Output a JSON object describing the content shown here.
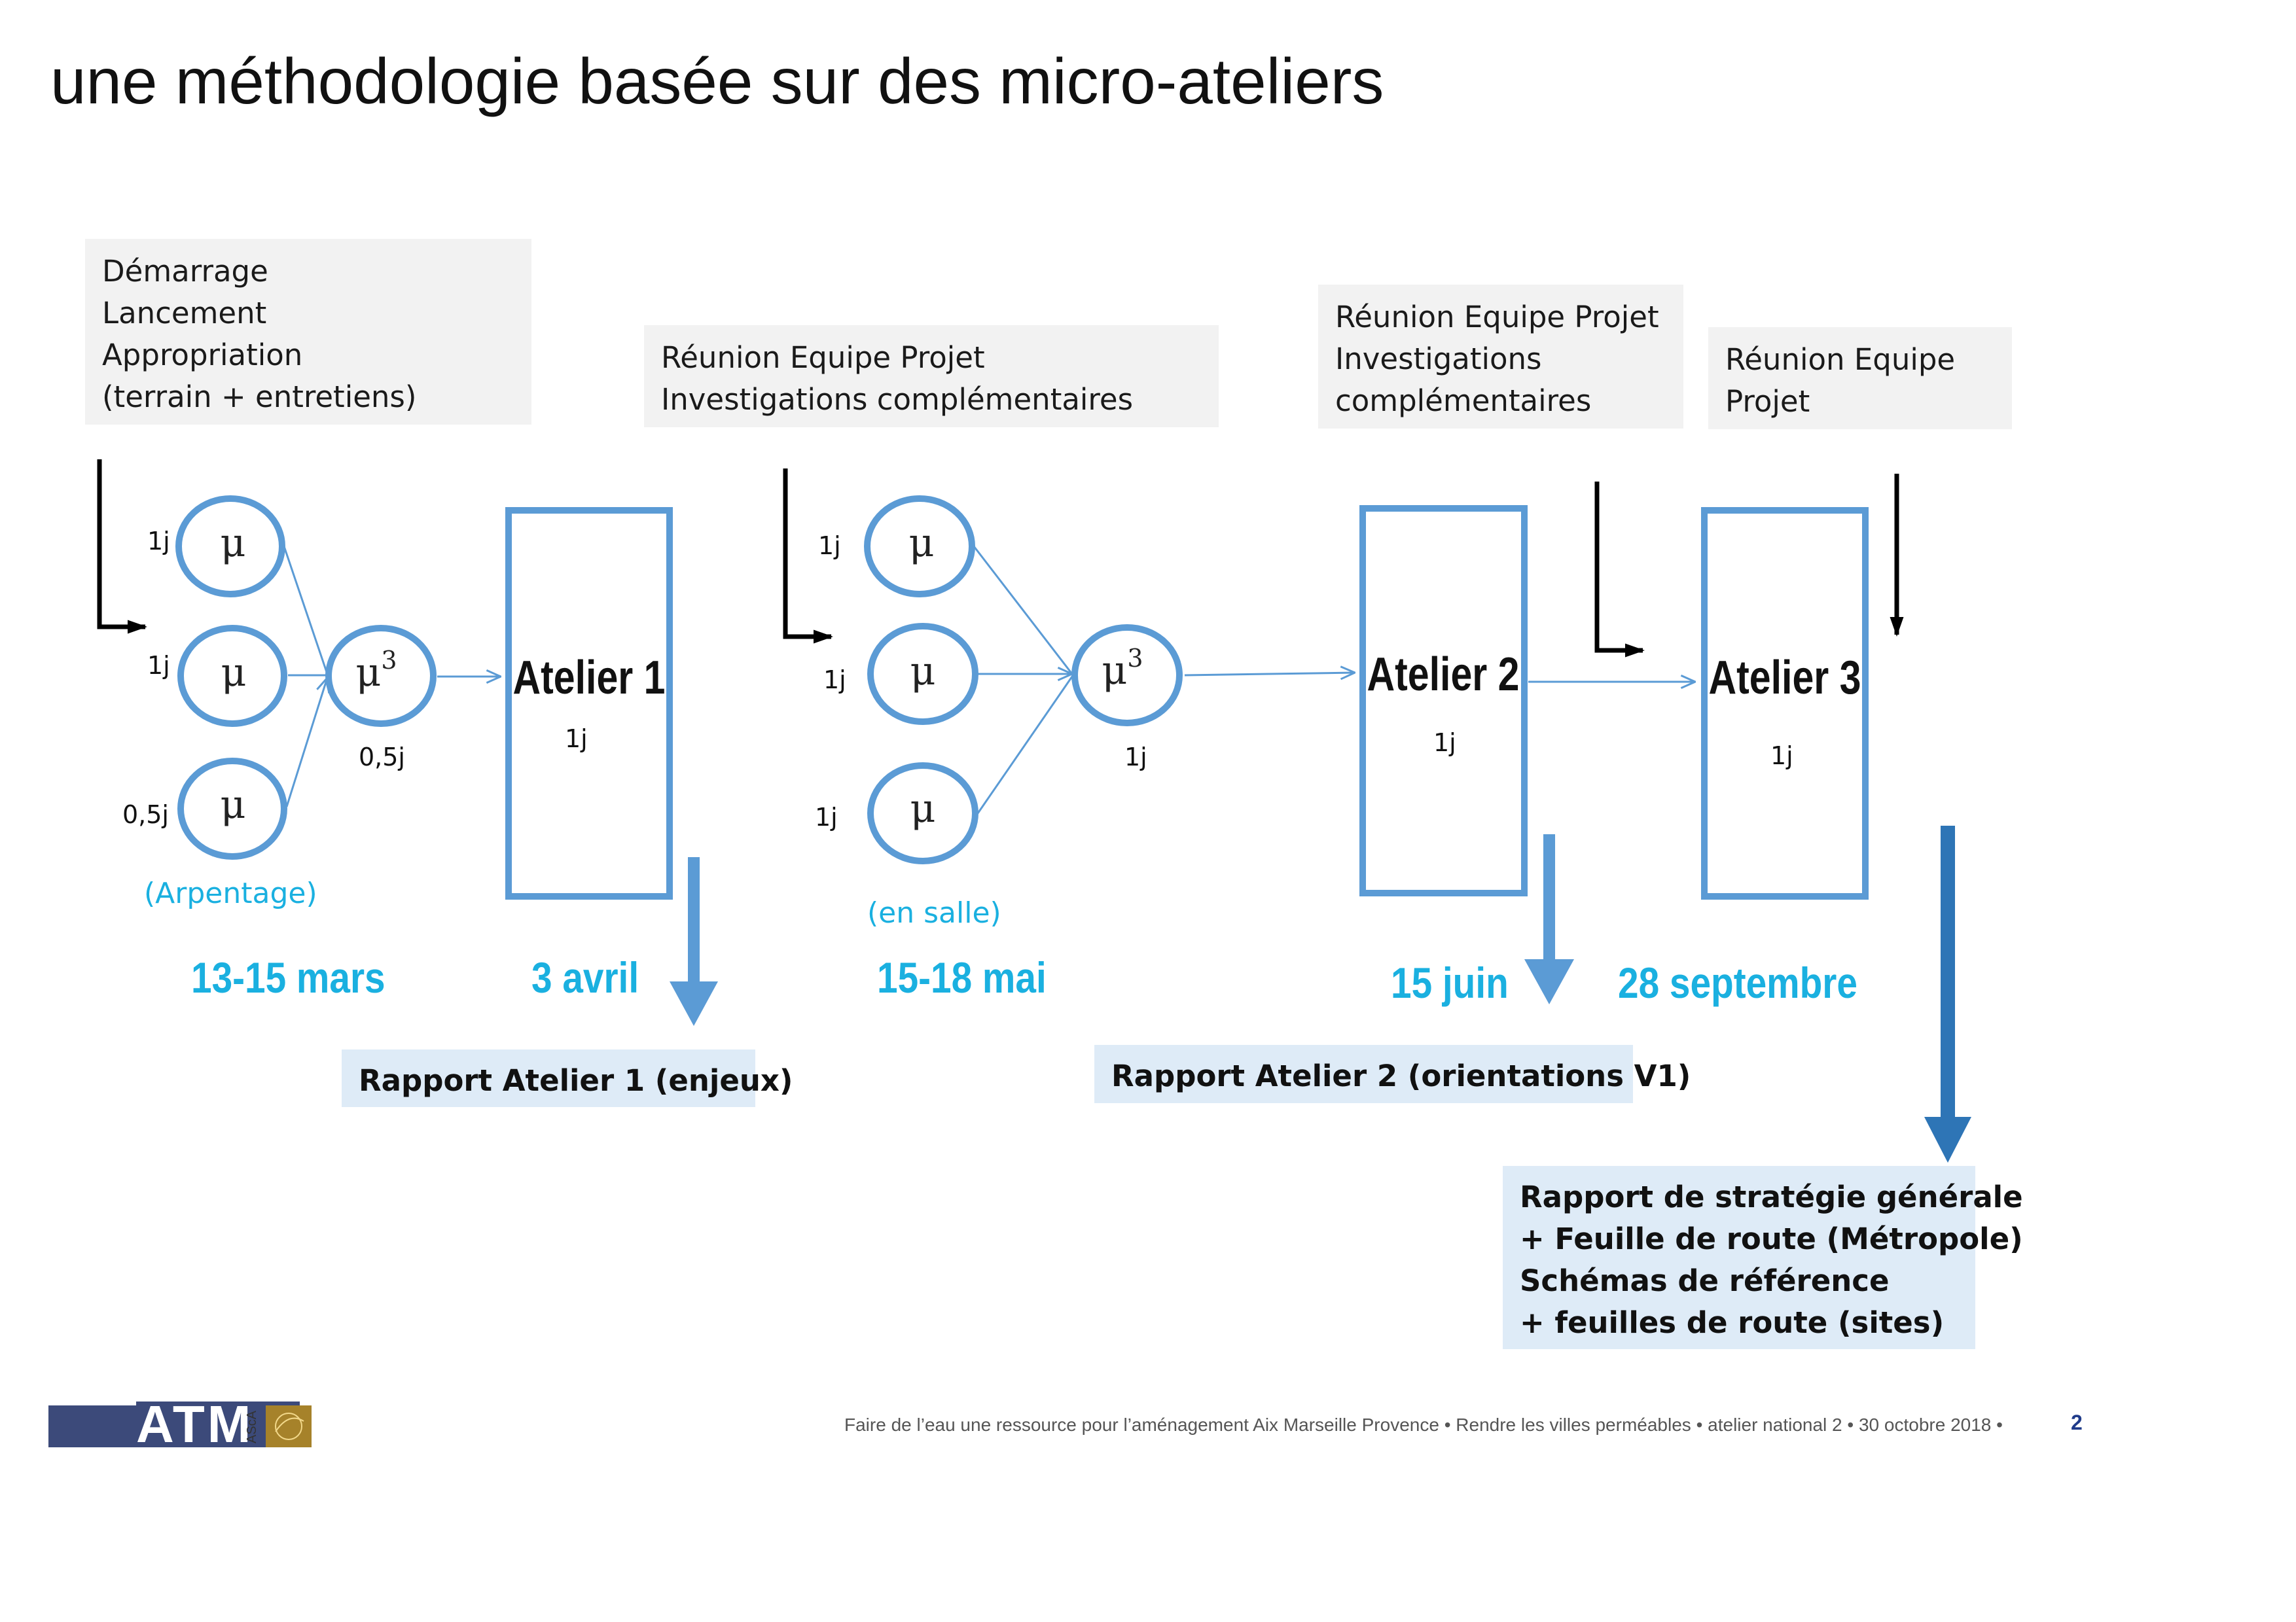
{
  "title": "une méthodologie basée sur des micro-ateliers",
  "notes": {
    "start": [
      "Démarrage",
      "Lancement",
      "Appropriation",
      "(terrain + entretiens)"
    ],
    "meeting1": [
      "Réunion Equipe Projet",
      "Investigations complémentaires"
    ],
    "meeting2": [
      "Réunion Equipe Projet",
      "Investigations",
      "complémentaires"
    ],
    "meeting3": [
      "Réunion Equipe",
      "Projet"
    ]
  },
  "nodes": {
    "mu": "μ",
    "mu3": "μ",
    "exp": "3",
    "atelier1": "Atelier 1",
    "atelier2": "Atelier 2",
    "atelier3": "Atelier 3"
  },
  "durations": {
    "g1_a": "1j",
    "g1_b": "1j",
    "g1_c": "0,5j",
    "g1_mu3": "0,5j",
    "atelier1": "1j",
    "g2_a": "1j",
    "g2_b": "1j",
    "g2_c": "1j",
    "g2_mu3": "1j",
    "atelier2": "1j",
    "atelier3": "1j"
  },
  "modes": {
    "g1": "(Arpentage)",
    "g2": "(en salle)"
  },
  "dates": {
    "d1": "13-15 mars",
    "d2": "3 avril",
    "d3": "15-18 mai",
    "d4": "15 juin",
    "d5": "28 septembre"
  },
  "reports": {
    "r1": [
      "Rapport Atelier 1 (enjeux)"
    ],
    "r2": [
      "Rapport Atelier 2 (orientations V1)"
    ],
    "r3": [
      "Rapport de stratégie générale",
      "+ Feuille de route (Métropole)",
      "Schémas de référence",
      "+ feuilles de route (sites)"
    ]
  },
  "footer": {
    "text": "Faire de l’eau une ressource pour l’aménagement Aix Marseille Provence • Rendre les villes perméables •  atelier national 2 •  30 octobre 2018  •",
    "page": "2"
  },
  "logo": {
    "text": "ATM",
    "side": "AScA"
  },
  "colors": {
    "blue": "#5b9bd5",
    "cyan": "#1ab0e0",
    "darkblue": "#2e75b6",
    "navy": "#3c4a7a",
    "gold": "#a6822a"
  }
}
